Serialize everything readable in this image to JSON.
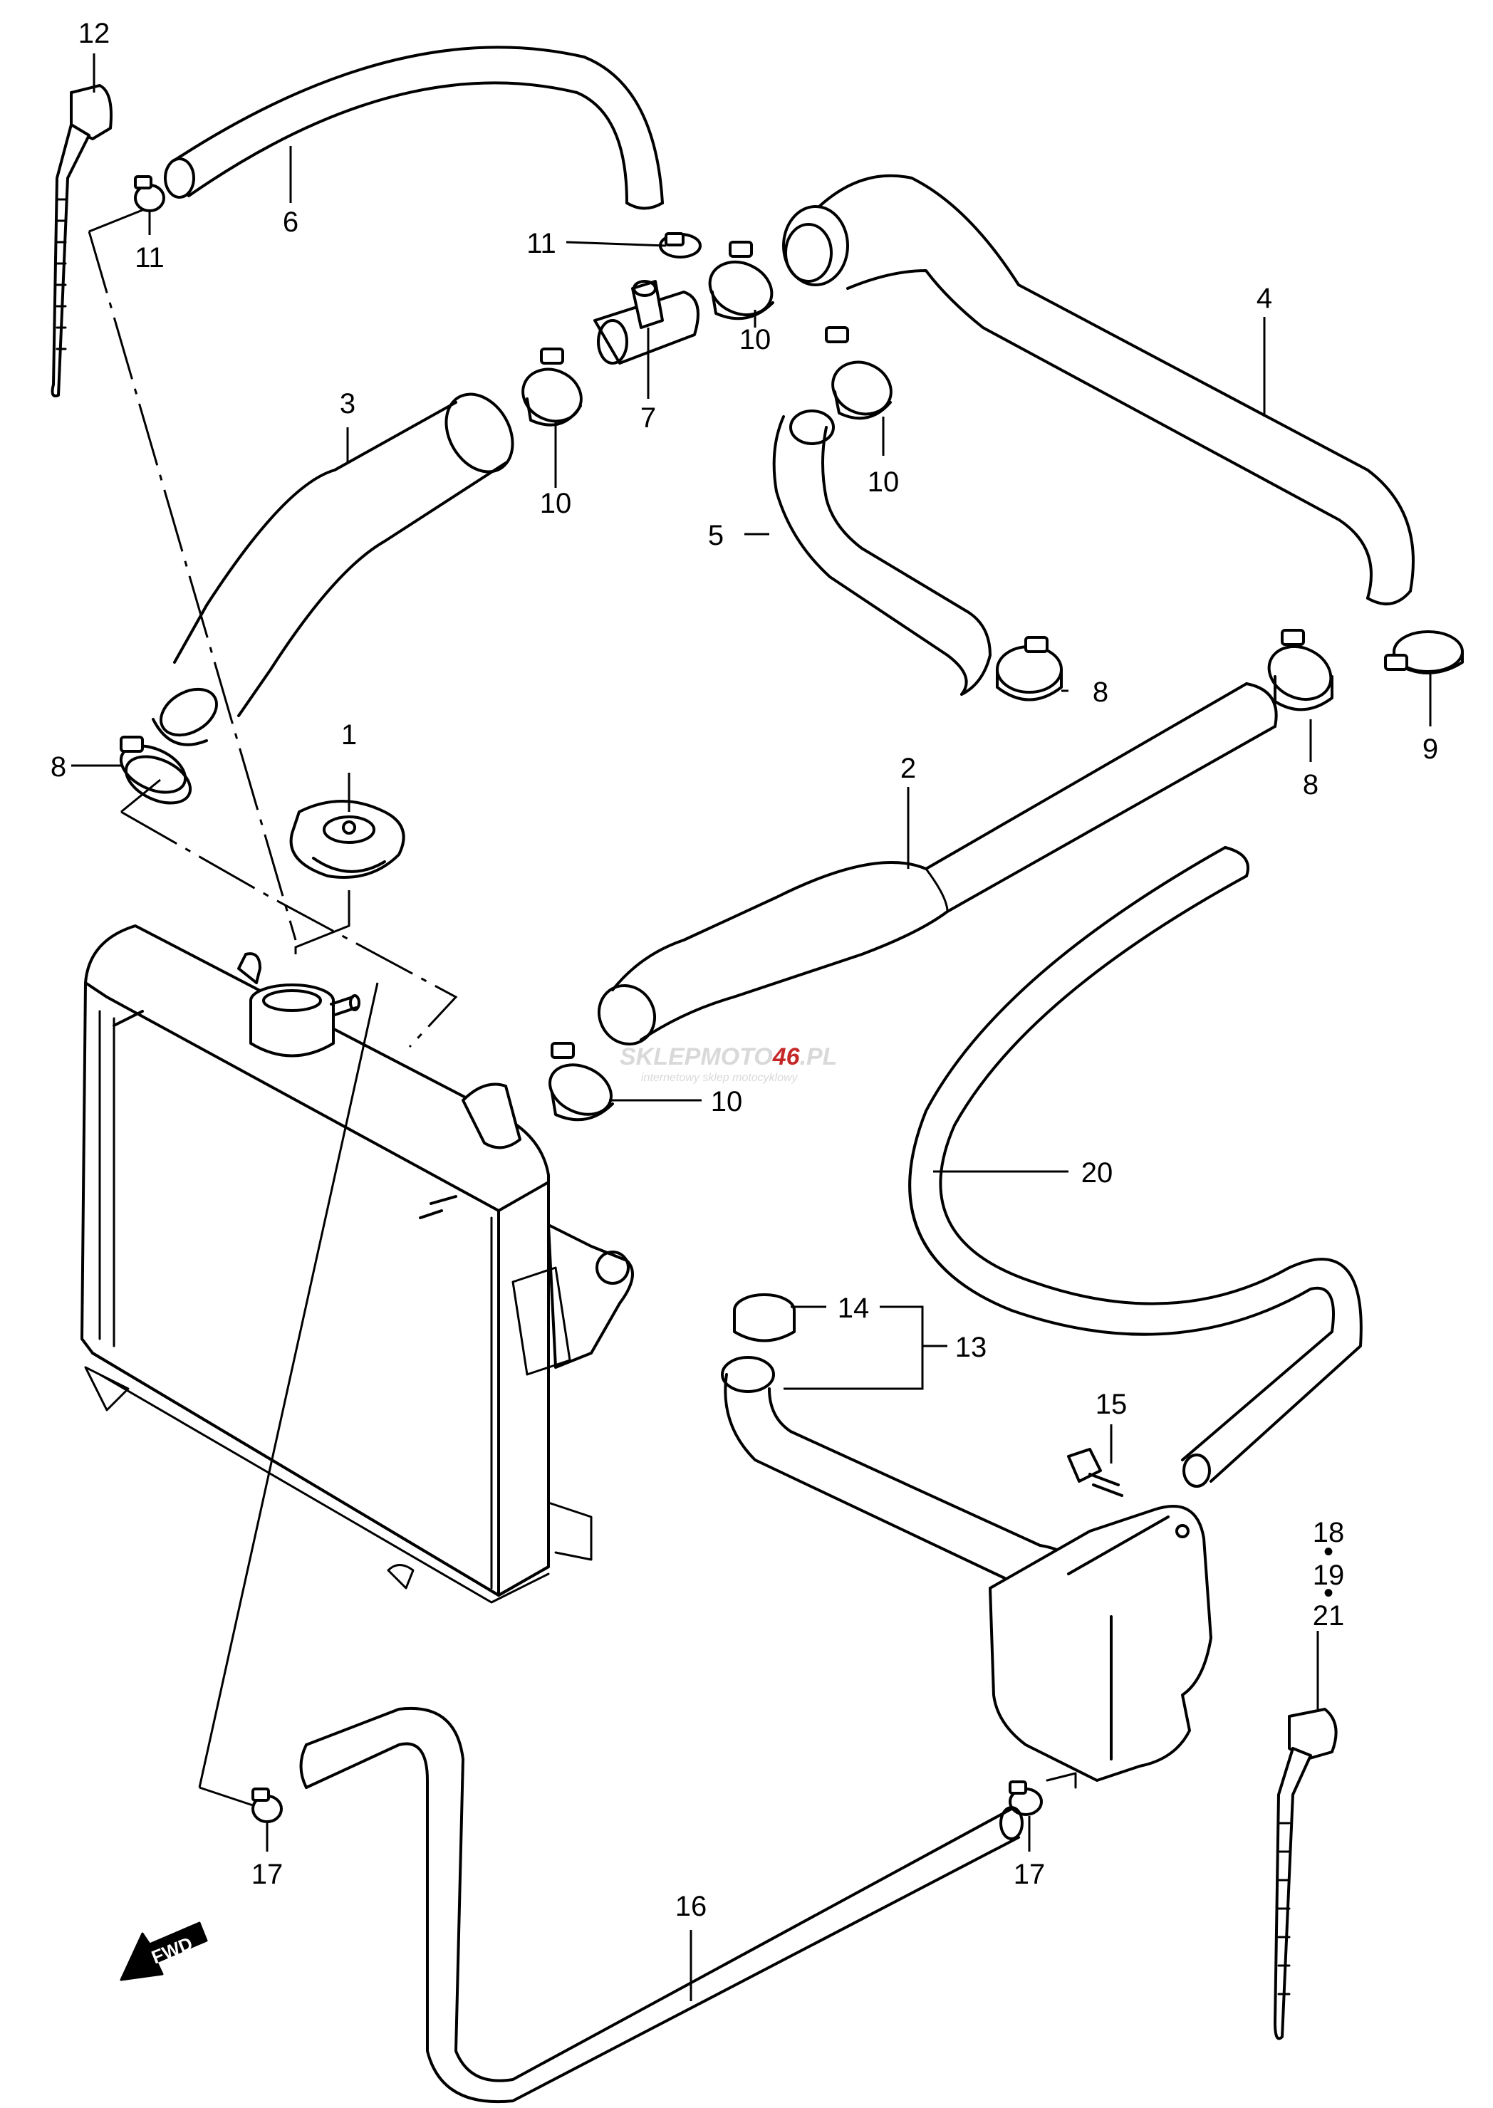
{
  "part_numbers": [
    "1",
    "2",
    "3",
    "4",
    "5",
    "6",
    "7",
    "8",
    "8",
    "8",
    "9",
    "10",
    "10",
    "10",
    "10",
    "11",
    "11",
    "12",
    "13",
    "14",
    "15",
    "16",
    "17",
    "17",
    "18",
    "19",
    "21",
    "20"
  ],
  "watermark": {
    "brand_main": "SKLEPMOTO",
    "brand_num": "46",
    "brand_tld": ".PL",
    "brand_sub": "internetowy sklep motocyklowy",
    "accent": "#c62828"
  },
  "fwd_label": "FWD",
  "separator_dot": "•"
}
